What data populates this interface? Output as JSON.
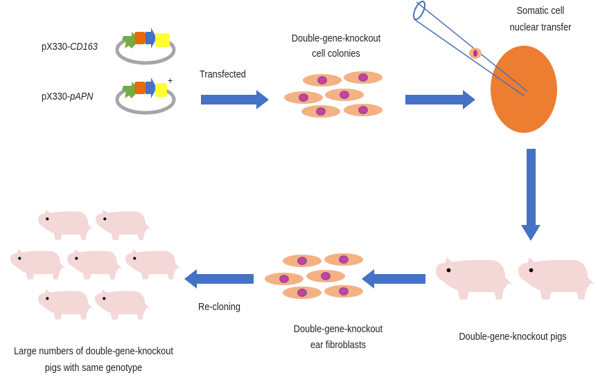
{
  "colors": {
    "arrow": "#4472c4",
    "cell_body": "#f4b183",
    "nucleus_outer": "#9b4fa6",
    "nucleus_inner": "#e8368f",
    "oocyte": "#ed7d31",
    "pipette": "#4a6fb5",
    "plasmid_ring": "#a6a6a6",
    "gene_green": "#70ad47",
    "gene_orange": "#e46c0a",
    "gene_blue": "#4472c4",
    "gene_yellow": "#ffff33",
    "pig": "#f4d7d7",
    "pig_eye": "#000000"
  },
  "plasmids": [
    {
      "prefix": "pX330-",
      "gene": "CD163"
    },
    {
      "prefix": "pX330-",
      "gene": "pAPN"
    }
  ],
  "plus_sign": "+",
  "steps": {
    "transfected": "Transfected",
    "colonies_line1": "Double-gene-knockout",
    "colonies_line2": "cell colonies",
    "scnt_line1": "Somatic cell",
    "scnt_line2": "nuclear transfer",
    "dko_pigs": "Double-gene-knockout pigs",
    "fibroblasts_line1": "Double-gene-knockout",
    "fibroblasts_line2": "ear fibroblasts",
    "recloning": "Re-cloning",
    "result_line1": "Large numbers of double-gene-knockout",
    "result_line2": "pigs with same genotype"
  }
}
